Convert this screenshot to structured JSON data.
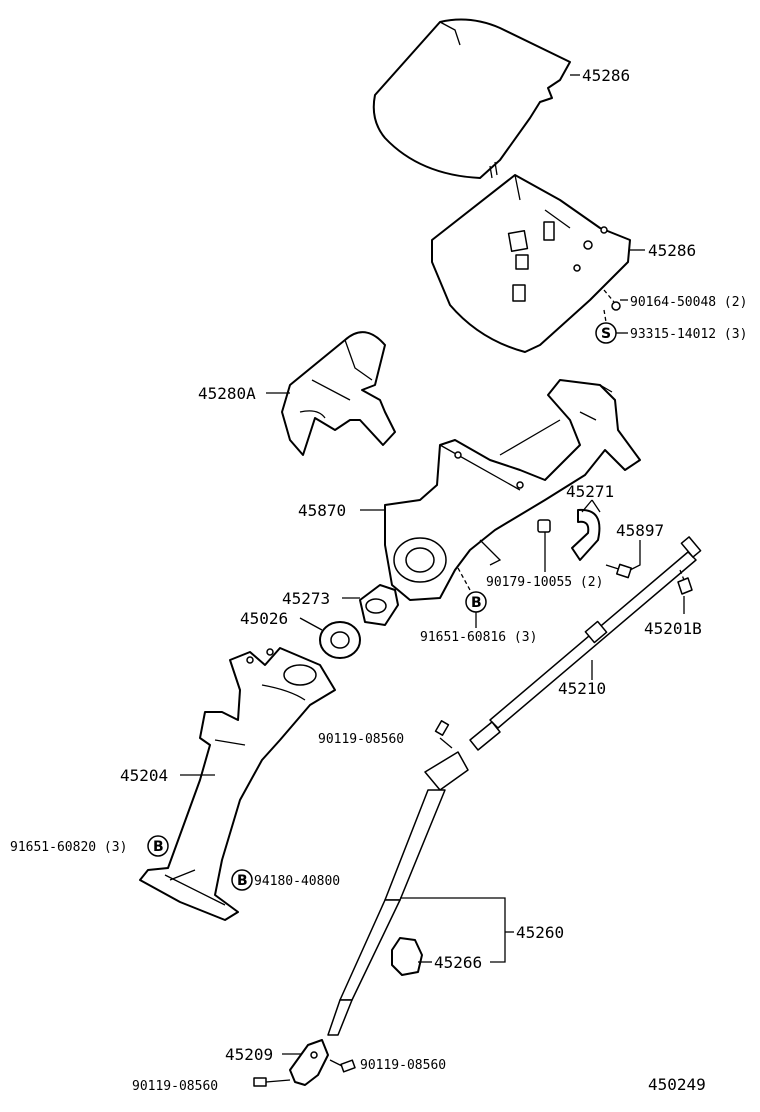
{
  "parts": {
    "upper_cover": "45286",
    "lower_cover": "45286",
    "screw_a": "90164-50048",
    "screw_a_qty": "(2)",
    "screw_b": "93315-14012",
    "screw_b_qty": "(3)",
    "support_a": "45280A",
    "column_bracket": "45870",
    "clamp": "45271",
    "bolt_45897": "45897",
    "nut_a": "90179-10055",
    "nut_a_qty": "(2)",
    "bushing": "45273",
    "bearing": "45026",
    "bolt_b": "91651-60816",
    "bolt_b_qty": "(3)",
    "boot_clip": "45201B",
    "main_shaft": "45210",
    "bolt_c": "90119-08560",
    "column_tube": "45204",
    "bolt_d": "91651-60820",
    "bolt_d_qty": "(3)",
    "nut_b": "94180-40800",
    "intermediate_shaft": "45260",
    "damper": "45266",
    "yoke": "45209",
    "bolt_e": "90119-08560",
    "bolt_f": "90119-08560"
  },
  "symbols": {
    "s": "S",
    "b": "B"
  },
  "diagram_id": "450249"
}
